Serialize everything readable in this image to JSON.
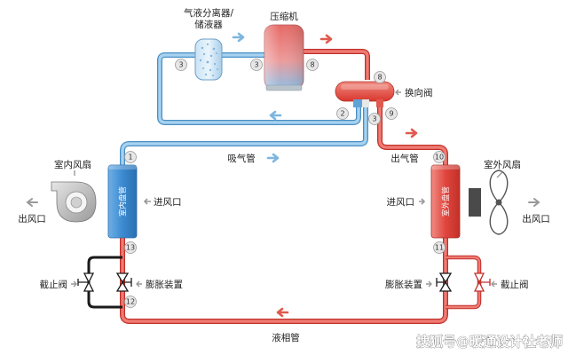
{
  "labels": {
    "separator_line1": "气液分离器/",
    "separator_line2": "储液器",
    "compressor": "压缩机",
    "reversing_valve": "换向阀",
    "suction_pipe": "吸气管",
    "discharge_pipe": "出气管",
    "indoor_fan": "室内风扇",
    "outdoor_fan": "室外风扇",
    "indoor_coil": "室内盘管",
    "outdoor_coil": "室外盘管",
    "air_in_left": "进风口",
    "air_in_right": "进风口",
    "air_out_left": "出风口",
    "air_out_right": "出风口",
    "stop_valve_left": "截止阀",
    "stop_valve_right": "截止阀",
    "expansion_left": "膨胀装置",
    "expansion_right": "膨胀装置",
    "liquid_pipe": "液相管",
    "watermark": "搜狐号@暖通设计社老师"
  },
  "points": {
    "p3_sep": "3",
    "p3_comp": "3",
    "p8_comp": "8",
    "p8_valve": "8",
    "p2_valve": "2",
    "p3_valve": "3",
    "p9_valve": "9",
    "p1": "1",
    "p13": "13",
    "p12": "12",
    "p10": "10",
    "p11": "11"
  },
  "colors": {
    "cold_pipe": "#8fc3e8",
    "cold_outline": "#4a8fc4",
    "hot_pipe": "#e4564e",
    "hot_outline": "#c0302a",
    "arrow_blue": "#7db6e0",
    "arrow_red": "#e05a4e",
    "indoor_coil": "#3c8ad0",
    "outdoor_coil": "#e0463e"
  }
}
